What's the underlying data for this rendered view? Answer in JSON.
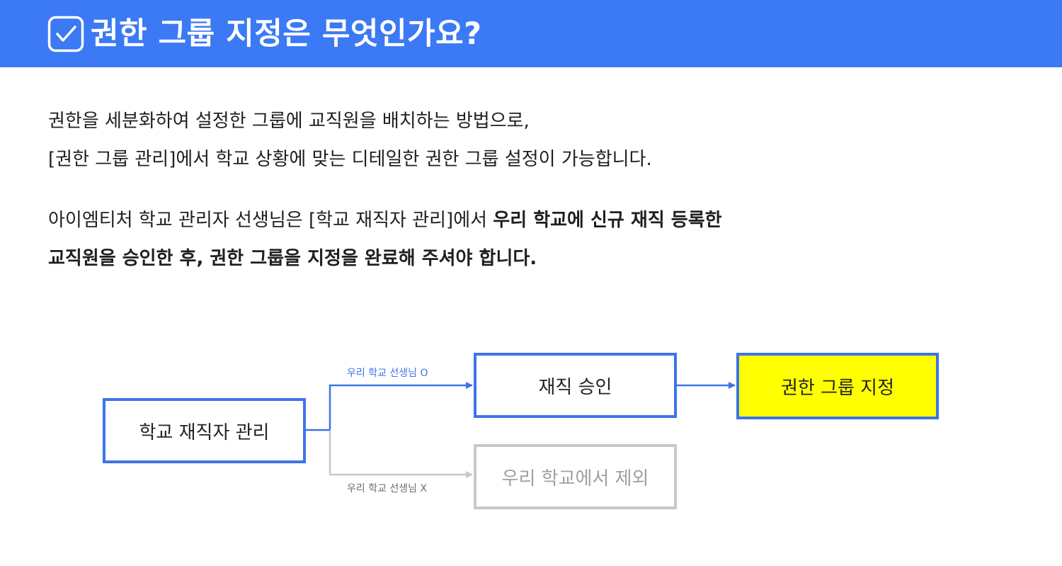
{
  "header": {
    "title": "권한 그룹 지정은 무엇인가요?",
    "accent_color": "#3b79f5",
    "icon": "checkbox-check-icon"
  },
  "intro": {
    "line1": "권한을 세분화하여 설정한 그룹에 교직원을 배치하는 방법으로,",
    "line2": "[권한 그룹 관리]에서 학교 상황에 맞는 디테일한 권한 그룹 설정이 가능합니다."
  },
  "notice": {
    "line1_regular": "아이엠티처 학교 관리자 선생님은 [학교 재직자 관리]에서 ",
    "line1_bold": "우리 학교에 신규 재직 등록한",
    "line2_bold": "교직원을 승인한 후, 권한 그룹을 지정을 완료해 주셔야 합니다."
  },
  "flow": {
    "start": "학교 재직자 관리",
    "approve": "재직 승인",
    "assign": "권한 그룹 지정",
    "exclude": "우리 학교에서 제외",
    "label_yes": "우리 학교 선생님 O",
    "label_no": "우리 학교 선생님 X",
    "highlight_color": "#ffff00",
    "active_color": "#3d74e8",
    "inactive_color": "#c8c8c8"
  }
}
